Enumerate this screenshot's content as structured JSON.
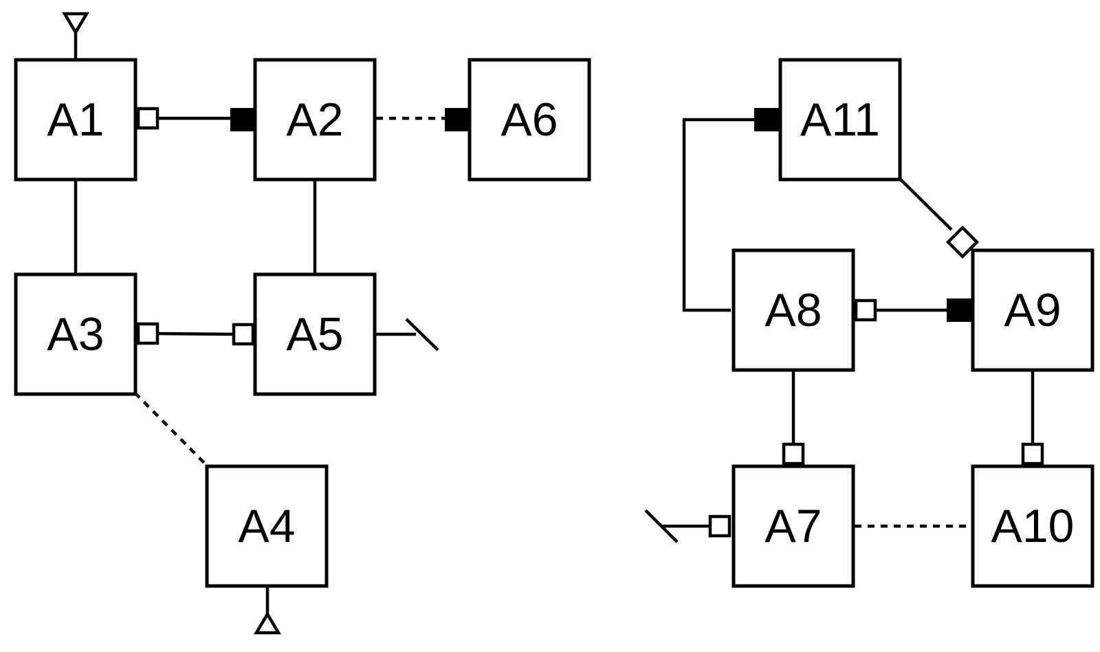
{
  "nodes": [
    {
      "id": "A1",
      "label": "A1"
    },
    {
      "id": "A2",
      "label": "A2"
    },
    {
      "id": "A3",
      "label": "A3"
    },
    {
      "id": "A4",
      "label": "A4"
    },
    {
      "id": "A5",
      "label": "A5"
    },
    {
      "id": "A6",
      "label": "A6"
    },
    {
      "id": "A7",
      "label": "A7"
    },
    {
      "id": "A8",
      "label": "A8"
    },
    {
      "id": "A9",
      "label": "A9"
    },
    {
      "id": "A10",
      "label": "A10"
    },
    {
      "id": "A11",
      "label": "A11"
    }
  ],
  "edges": [
    {
      "from": "A1",
      "to": "A2",
      "style": "solid",
      "from_end": "open-square",
      "to_end": "filled-square"
    },
    {
      "from": "A2",
      "to": "A6",
      "style": "dotted",
      "from_end": "none",
      "to_end": "filled-square"
    },
    {
      "from": "A1",
      "to": "A3",
      "style": "solid",
      "from_end": "none",
      "to_end": "none"
    },
    {
      "from": "A2",
      "to": "A5",
      "style": "solid",
      "from_end": "none",
      "to_end": "none"
    },
    {
      "from": "A3",
      "to": "A5",
      "style": "solid",
      "from_end": "open-square",
      "to_end": "open-square"
    },
    {
      "from": "A3",
      "to": "A4",
      "style": "dotted",
      "from_end": "none",
      "to_end": "none"
    },
    {
      "from": "A8",
      "to": "A11",
      "style": "solid",
      "from_end": "none",
      "to_end": "filled-square"
    },
    {
      "from": "A11",
      "to": "A9",
      "style": "solid",
      "from_end": "none",
      "to_end": "open-diamond"
    },
    {
      "from": "A8",
      "to": "A9",
      "style": "solid",
      "from_end": "open-square",
      "to_end": "filled-square"
    },
    {
      "from": "A8",
      "to": "A7",
      "style": "solid",
      "from_end": "none",
      "to_end": "open-square"
    },
    {
      "from": "A9",
      "to": "A10",
      "style": "solid",
      "from_end": "none",
      "to_end": "open-square"
    },
    {
      "from": "A7",
      "to": "A10",
      "style": "dotted",
      "from_end": "none",
      "to_end": "none"
    }
  ],
  "terminals": [
    {
      "node": "A1",
      "symbol": "triangle-down"
    },
    {
      "node": "A4",
      "symbol": "triangle-up"
    },
    {
      "node": "A5",
      "symbol": "slash-stub"
    },
    {
      "node": "A7",
      "symbol": "slash-stub"
    }
  ]
}
